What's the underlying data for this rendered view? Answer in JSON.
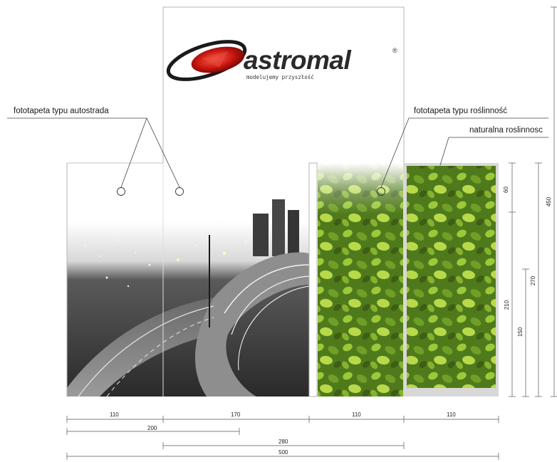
{
  "logo": {
    "brand": "astromal",
    "registered": "®",
    "tagline": "modelujemy przyszłość"
  },
  "callouts": {
    "highway": "fototapeta typu autostrada",
    "plants_photo": "fototapeta typu roślinność",
    "natural_plants": "naturalna roslinnosc"
  },
  "dimensions": {
    "horizontal": {
      "w110a": "110",
      "w170": "170",
      "w110b": "110",
      "w110c": "110",
      "w200": "200",
      "w280": "280",
      "w500": "500"
    },
    "vertical": {
      "h60": "60",
      "h210": "210",
      "h150": "150",
      "h270": "270",
      "h450": "450"
    }
  },
  "colors": {
    "logo_red": "#c4140f",
    "plant_green": "#8fbf2a",
    "line": "#555555"
  }
}
